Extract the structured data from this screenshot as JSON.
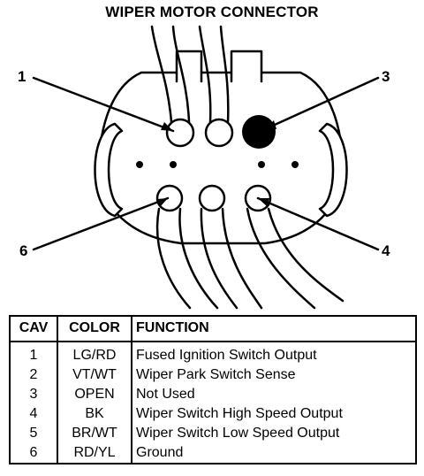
{
  "title": "WIPER MOTOR CONNECTOR",
  "cavity_labels": {
    "c1": "1",
    "c3": "3",
    "c4": "4",
    "c6": "6"
  },
  "table": {
    "headers": {
      "cav": "CAV",
      "color": "COLOR",
      "function": "FUNCTION"
    },
    "rows": [
      {
        "cav": "1",
        "color": "LG/RD",
        "function": "Fused Ignition Switch Output"
      },
      {
        "cav": "2",
        "color": "VT/WT",
        "function": "Wiper Park Switch Sense"
      },
      {
        "cav": "3",
        "color": "OPEN",
        "function": "Not Used"
      },
      {
        "cav": "4",
        "color": "BK",
        "function": "Wiper Switch High Speed Output"
      },
      {
        "cav": "5",
        "color": "BR/WT",
        "function": "Wiper Switch Low Speed Output"
      },
      {
        "cav": "6",
        "color": "RD/YL",
        "function": "Ground"
      }
    ]
  }
}
